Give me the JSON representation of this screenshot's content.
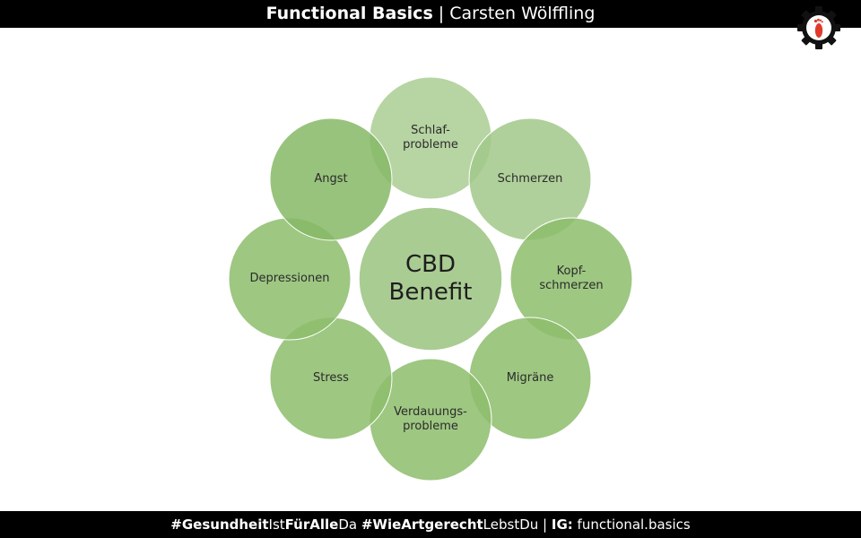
{
  "header": {
    "title_bold": "Functional Basics",
    "separator": " | ",
    "author": "Carsten Wölffling"
  },
  "logo": {
    "icon": "gear-footprint-icon",
    "foot_color": "#e03a2a"
  },
  "diagram": {
    "center": {
      "label": "CBD\nBenefit",
      "color": "#a9cc92"
    },
    "petals": [
      {
        "label": "Schlaf-\nprobleme",
        "color": "#aacc93"
      },
      {
        "label": "Schmerzen",
        "color": "#a2c88a"
      },
      {
        "label": "Kopf-\nschmerzen",
        "color": "#8dbd6c"
      },
      {
        "label": "Migräne",
        "color": "#8dbd6c"
      },
      {
        "label": "Verdauungs-\nprobleme",
        "color": "#8dbd6c"
      },
      {
        "label": "Stress",
        "color": "#8dbd6c"
      },
      {
        "label": "Depressionen",
        "color": "#8dbd6c"
      },
      {
        "label": "Angst",
        "color": "#86b866"
      }
    ]
  },
  "footer": {
    "tag1_bold": "#Gesundheit",
    "tag1_a": "Ist",
    "tag1_bold2": "FürAlle",
    "tag1_b": "Da ",
    "tag2_bold": "#Wie",
    "tag2_bold2": "Artgerecht",
    "tag2_a": "LebstDu",
    "sep": " | ",
    "ig_label": "IG:",
    "ig_handle": " functional.basics"
  }
}
